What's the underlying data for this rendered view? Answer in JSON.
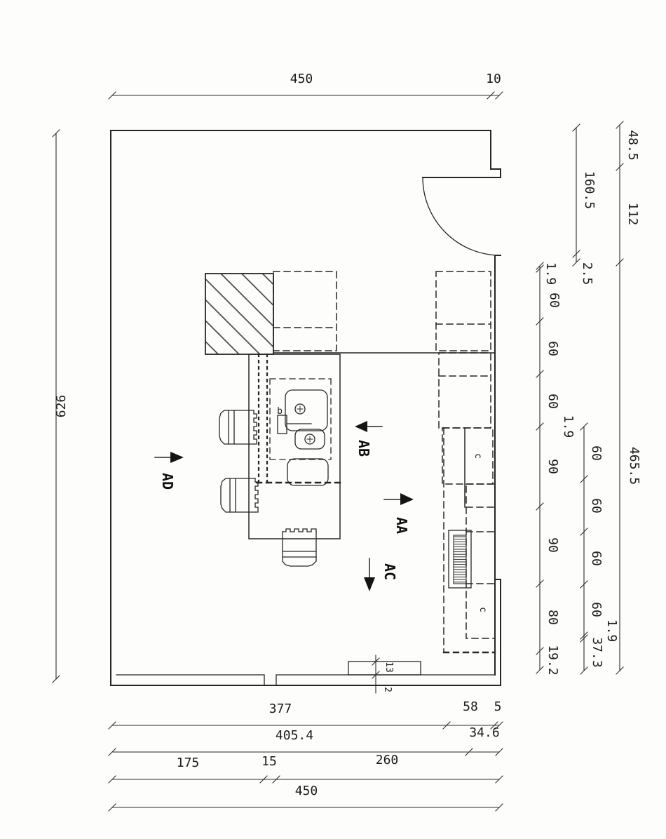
{
  "drawing": {
    "type": "floor-plan",
    "ink_color": "#262626",
    "paper_color": "#fdfdfb"
  },
  "dimensions": {
    "top": [
      "450",
      "10"
    ],
    "left": [
      "626"
    ],
    "right_wall_inner": [
      "160.5",
      "2.5"
    ],
    "right_wall_outer": [
      "48.5",
      "112",
      "465.5"
    ],
    "right_chain_a": [
      "1.9",
      "60",
      "60",
      "60",
      "90",
      "90",
      "80",
      "19.2"
    ],
    "right_chain_b": [
      "1.9",
      "60",
      "60",
      "60",
      "60",
      "1.9",
      "37.3"
    ],
    "bottom_1": [
      "377",
      "58",
      "5"
    ],
    "bottom_2": [
      "405.4",
      "34.6"
    ],
    "bottom_3": [
      "175",
      "15",
      "260"
    ],
    "bottom_4": [
      "450"
    ],
    "sill": [
      "13",
      "2"
    ]
  },
  "section_markers": {
    "aa": "AA",
    "ab": "AB",
    "ac": "AC",
    "ad": "AD"
  },
  "annotations": {
    "sink_b": "b",
    "cabinet_c_upper": "c",
    "cabinet_c_lower": "c"
  }
}
